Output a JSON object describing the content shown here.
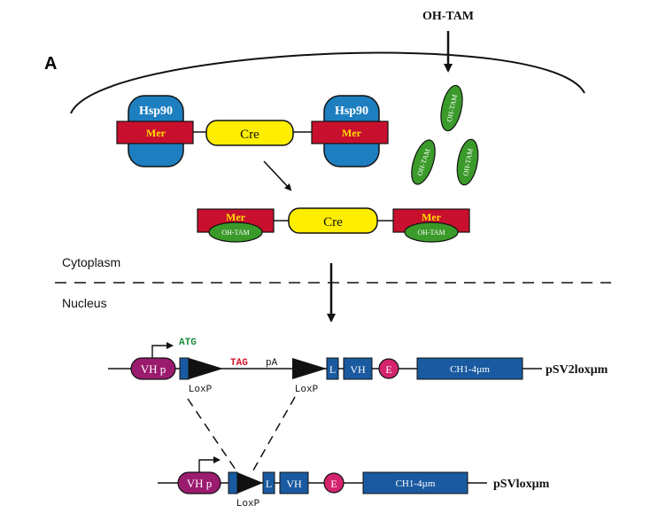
{
  "panel_label": "A",
  "ligand": "OH-TAM",
  "regions": {
    "cytoplasm": "Cytoplasm",
    "nucleus": "Nucleus"
  },
  "proteins": {
    "hsp90": "Hsp90",
    "mer": "Mer",
    "cre": "Cre",
    "oh_tam": "OH-TAM"
  },
  "construct_top": {
    "name": "pSV2loxµm",
    "promoter": "VH p",
    "start_codon": "ATG",
    "stop_codon": "TAG",
    "polya": "pA",
    "loxp_1": "LoxP",
    "loxp_2": "LoxP",
    "leader": "L",
    "variable": "VH",
    "enhancer": "E",
    "constant": "CH1-4µm"
  },
  "construct_bottom": {
    "name": "pSVloxµm",
    "promoter": "VH p",
    "loxp": "LoxP",
    "leader": "L",
    "variable": "VH",
    "enhancer": "E",
    "constant": "CH1-4µm"
  },
  "colors": {
    "hsp90": "#1e7fc0",
    "mer": "#c8102e",
    "mer_text": "#ffe000",
    "cre": "#ffee00",
    "oh_tam": "#3a9a2a",
    "promoter": "#9b1b6e",
    "enhancer": "#d4246e",
    "gene_block": "#1a5aa0",
    "atg": "#1a8a3a",
    "tag": "#d0142a"
  }
}
